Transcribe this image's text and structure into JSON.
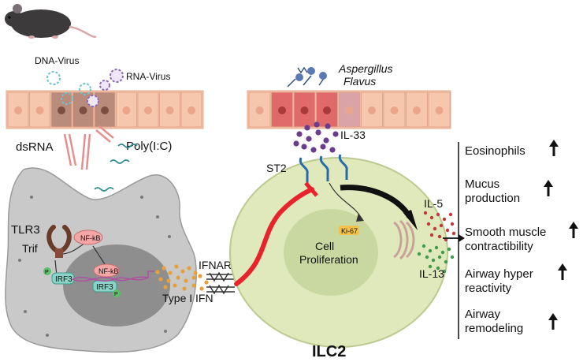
{
  "labels": {
    "dna_virus": "DNA-Virus",
    "rna_virus": "RNA-Virus",
    "dsrna": "dsRNA",
    "polyic": "Poly(I:C)",
    "tlr3": "TLR3",
    "trif": "Trif",
    "nfkb_cyto": "NF-kB",
    "nfkb_nuc": "NF-kB",
    "irf3_a": "IRF3",
    "irf3_b": "IRF3",
    "p": "P",
    "type1_ifn": "Type I IFN",
    "ifnar1": "IFNAR1",
    "aspergillus_line1": "Aspergillus",
    "aspergillus_line2": "Flavus",
    "il33": "IL-33",
    "st2": "ST2",
    "ki67": "Ki-67",
    "cell_line1": "Cell",
    "cell_line2": "Proliferation",
    "il5": "IL-5",
    "il13": "IL-13",
    "ilc2": "ILC2"
  },
  "outcomes": [
    {
      "line1": "Eosinophils",
      "line2": ""
    },
    {
      "line1": "Mucus",
      "line2": "production"
    },
    {
      "line1": "Smooth muscle",
      "line2": "contractibility"
    },
    {
      "line1": "Airway hyper",
      "line2": "reactivity"
    },
    {
      "line1": "Airway",
      "line2": "remodeling"
    }
  ],
  "colors": {
    "macrophage": "#c9c9c9",
    "nucleus": "#8e8e8e",
    "ilc2": "#dfe9bb",
    "ilc2_nucleus": "#c9d8a0",
    "epithelium": "#f6c7ad",
    "infected_cell": "#b98b7a",
    "activated_cell": "#e06a6a",
    "inhibit_arrow": "#e8232c",
    "il5_dots": "#c0393b",
    "il13_dots": "#3f9a4a",
    "il33_dots": "#6a3d8f",
    "ifn_dots": "#e8a13a",
    "irf3": "#8bd3c7",
    "nfkb": "#f4a6a6"
  }
}
